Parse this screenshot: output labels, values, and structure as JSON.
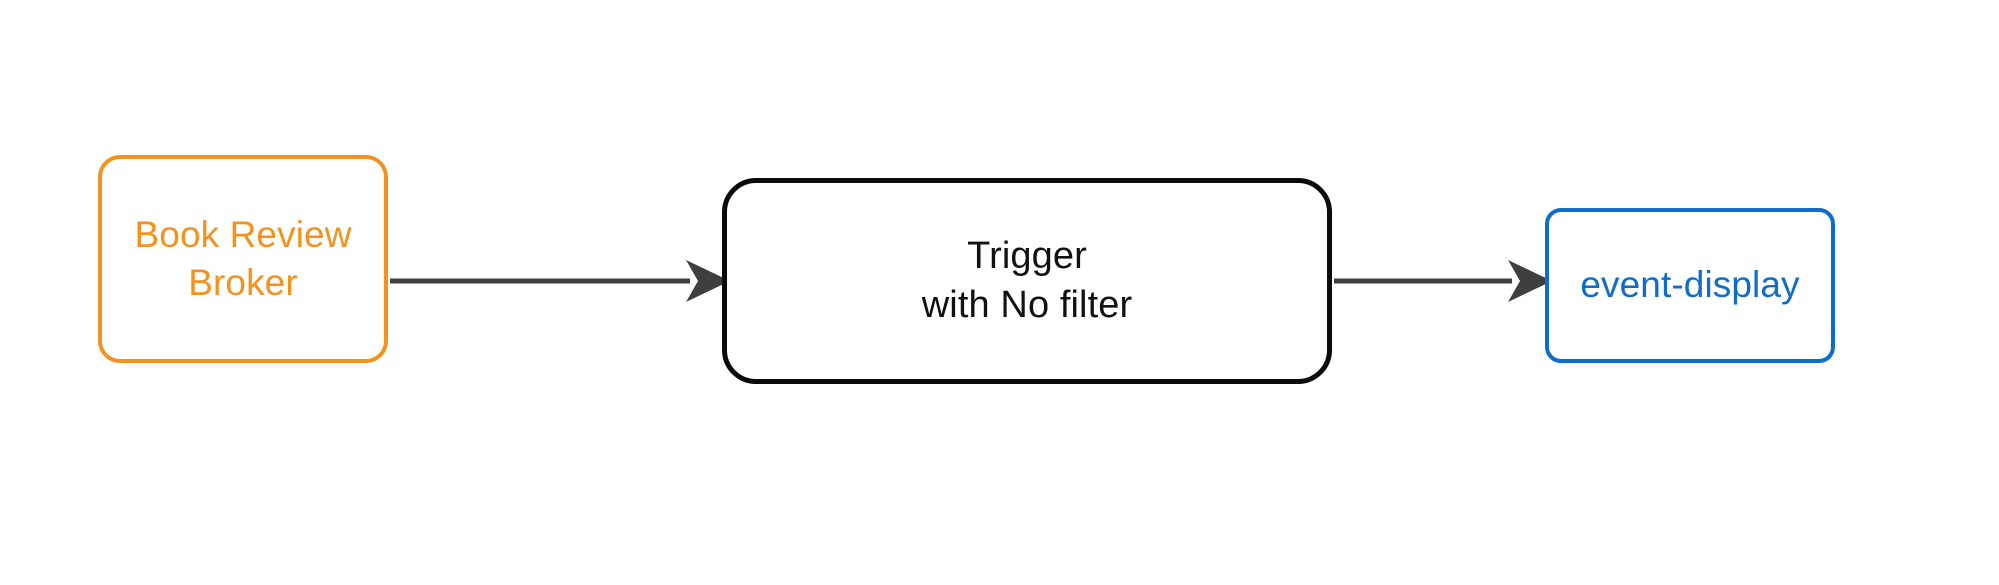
{
  "diagram": {
    "type": "flow",
    "background_color": "#ffffff",
    "nodes": [
      {
        "id": "broker",
        "label": "Book Review\nBroker",
        "label_lines": [
          "Book Review",
          "Broker"
        ],
        "role": "source",
        "shape": "rounded-rectangle",
        "border_color": "#F5921E",
        "text_color": "#F5921E",
        "fill_color": "#ffffff"
      },
      {
        "id": "trigger",
        "label": "Trigger\nwith No filter",
        "label_lines": [
          "Trigger",
          "with No filter"
        ],
        "role": "processor",
        "shape": "rounded-rectangle",
        "border_color": "#0B0B0B",
        "text_color": "#111111",
        "fill_color": "#ffffff"
      },
      {
        "id": "sink",
        "label": "event-display",
        "label_lines": [
          "event-display"
        ],
        "role": "sink",
        "shape": "rounded-rectangle",
        "border_color": "#0F6CCC",
        "text_color": "#0F6CCC",
        "fill_color": "#ffffff"
      }
    ],
    "edges": [
      {
        "id": "broker-to-trigger",
        "from": "broker",
        "to": "trigger",
        "label": "",
        "color": "#3F3F3F",
        "arrowhead": "solid-triangle"
      },
      {
        "id": "trigger-to-sink",
        "from": "trigger",
        "to": "sink",
        "label": "",
        "color": "#3F3F3F",
        "arrowhead": "solid-triangle"
      }
    ]
  }
}
